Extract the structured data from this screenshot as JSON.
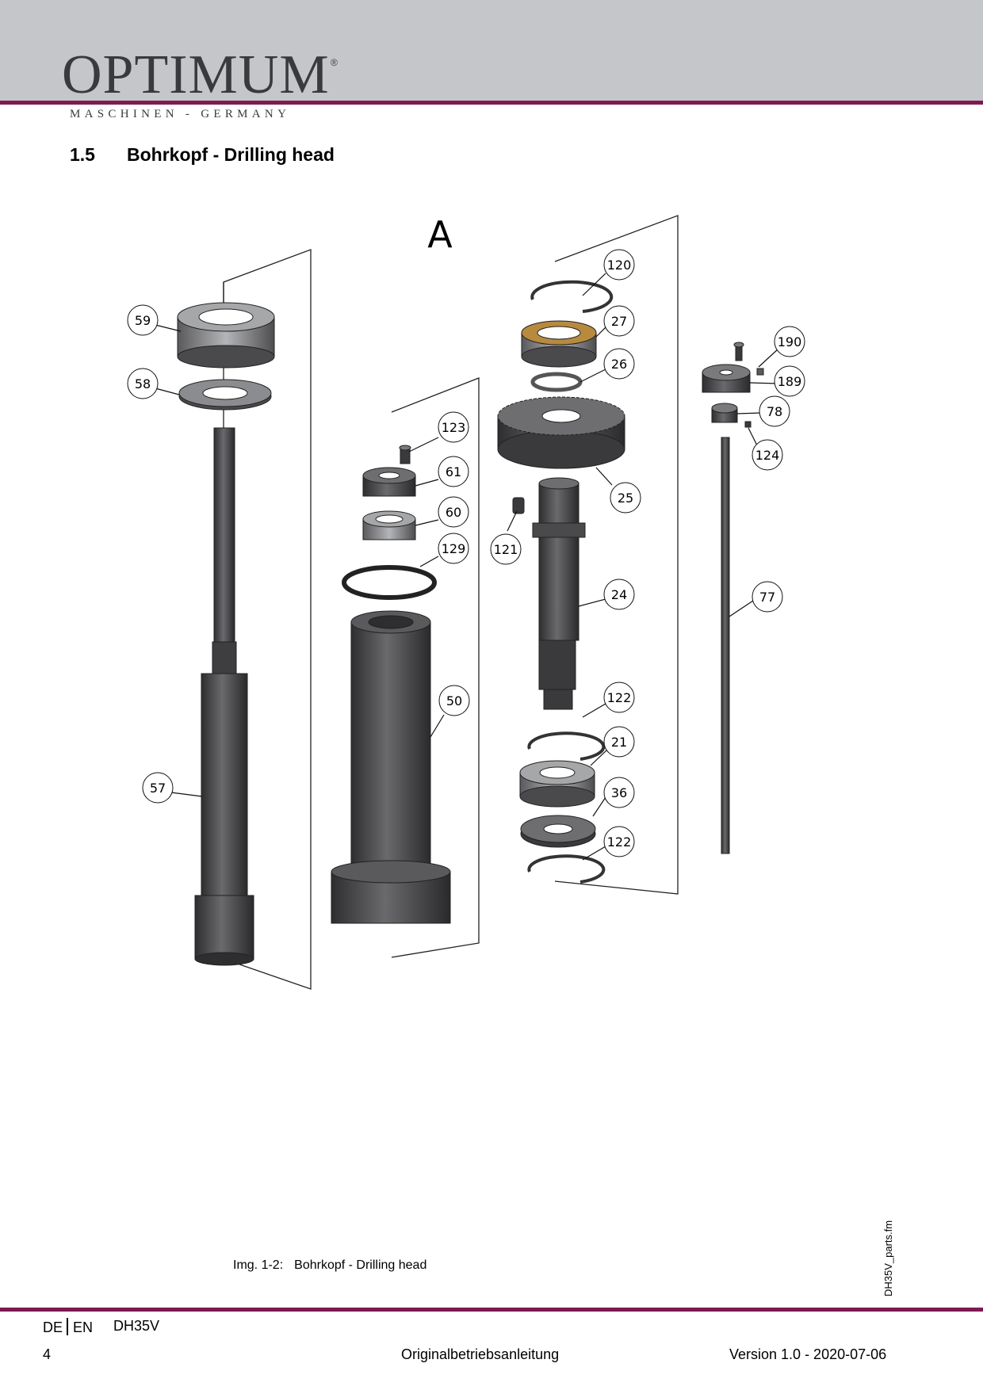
{
  "header": {
    "brand": "OPTIMUM",
    "registered": "®",
    "tagline": "MASCHINEN - GERMANY"
  },
  "section": {
    "number": "1.5",
    "title": "Bohrkopf - Drilling head"
  },
  "figure": {
    "group_label": "A",
    "callouts": [
      "59",
      "58",
      "57",
      "123",
      "61",
      "60",
      "129",
      "50",
      "120",
      "27",
      "26",
      "25",
      "121",
      "24",
      "122",
      "21",
      "36",
      "122",
      "190",
      "189",
      "78",
      "124",
      "77"
    ],
    "caption_label": "Img. 1-2:",
    "caption_text": "Bohrkopf - Drilling head"
  },
  "side_file": "DH35V_parts.fm",
  "footer": {
    "lang_de": "DE",
    "lang_en": "EN",
    "model": "DH35V",
    "page": "4",
    "center": "Originalbetriebsanleitung",
    "version": "Version 1.0 - 2020-07-06"
  },
  "colors": {
    "header_band": "#c4c6c9",
    "accent_rule": "#7d1a52",
    "part_metal": "#4a4a4c",
    "part_light": "#a6a7a9",
    "bearing_brass": "#b88a3e"
  }
}
